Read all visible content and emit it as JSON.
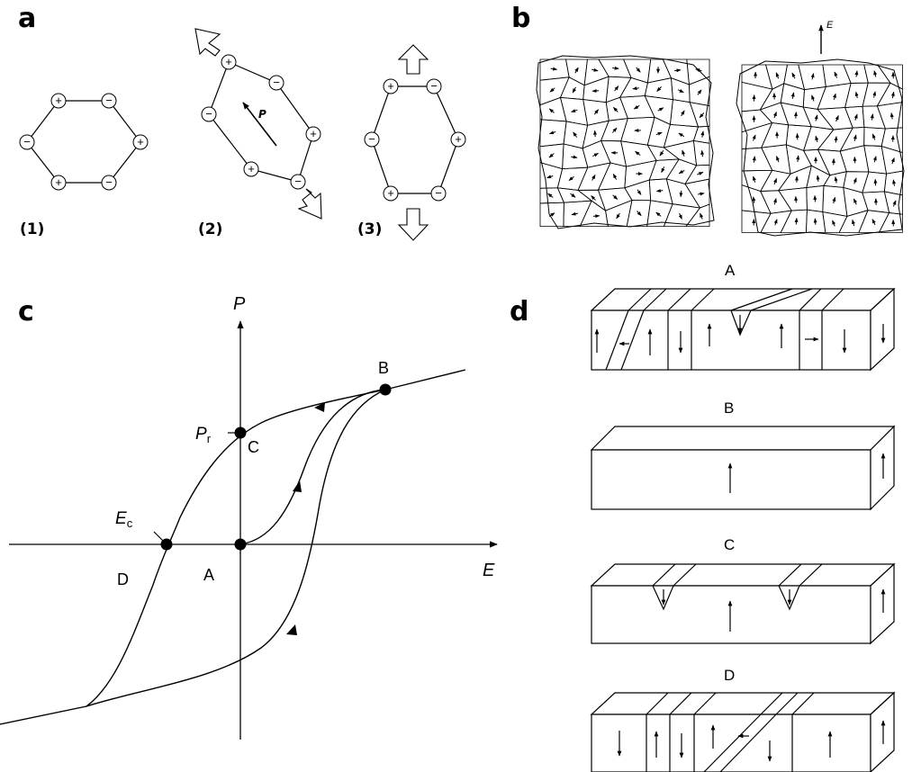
{
  "panels": {
    "a": {
      "letter": "a",
      "states": [
        "(1)",
        "(2)",
        "(3)"
      ],
      "polarization_label": "P",
      "charges": {
        "plus": "+",
        "minus": "−"
      }
    },
    "b": {
      "letter": "b",
      "field_label": "E"
    },
    "c": {
      "letter": "c",
      "y_axis": "P",
      "x_axis": "E",
      "remanent_label": "P",
      "remanent_sub": "r",
      "coercive_label": "E",
      "coercive_sub": "c",
      "points": [
        "A",
        "B",
        "C",
        "D"
      ]
    },
    "d": {
      "letter": "d",
      "blocks": [
        "A",
        "B",
        "C",
        "D"
      ]
    }
  }
}
